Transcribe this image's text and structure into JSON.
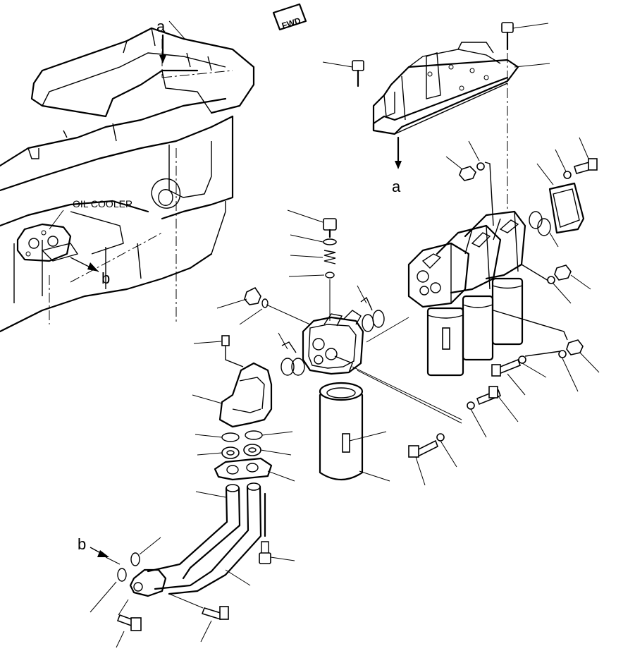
{
  "labels": {
    "oil_cooler": "OIL COOLER",
    "ref_a_engine": "a",
    "ref_a_bracket": "a",
    "ref_b_cooler": "b",
    "ref_b_pipe": "b",
    "fwd": "FWD"
  }
}
